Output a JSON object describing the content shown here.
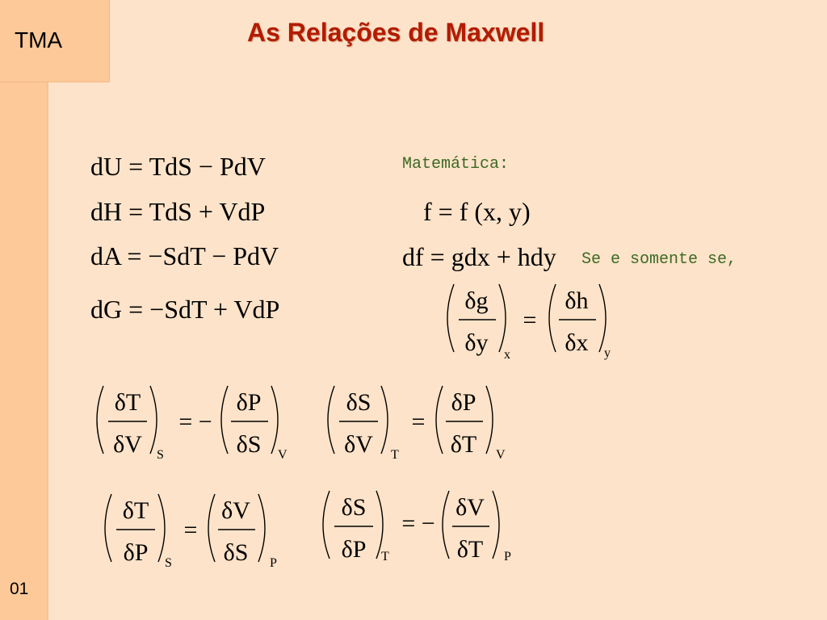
{
  "sidebar": {
    "course": "TMA",
    "slide_number": "01"
  },
  "title": "As Relações de Maxwell",
  "potentials": [
    "dU = TdS − PdV",
    "dH = TdS + VdP",
    "dA = −SdT − PdV",
    "dG = −SdT + VdP"
  ],
  "math_label": "Matemática:",
  "function_def": "f = f (x, y)",
  "differential": "df = gdx + hdy",
  "iff_label": "Se e somente se,",
  "exactness": {
    "lhs_num": "δg",
    "lhs_den": "δy",
    "lhs_sub": "x",
    "op": "=",
    "rhs_num": "δh",
    "rhs_den": "δx",
    "rhs_sub": "y"
  },
  "maxwell_relations": [
    {
      "lhs_num": "δT",
      "lhs_den": "δV",
      "lhs_sub": "S",
      "op": "= −",
      "rhs_num": "δP",
      "rhs_den": "δS",
      "rhs_sub": "V"
    },
    {
      "lhs_num": "δS",
      "lhs_den": "δV",
      "lhs_sub": "T",
      "op": "=",
      "rhs_num": "δP",
      "rhs_den": "δT",
      "rhs_sub": "V"
    },
    {
      "lhs_num": "δT",
      "lhs_den": "δP",
      "lhs_sub": "S",
      "op": "=",
      "rhs_num": "δV",
      "rhs_den": "δS",
      "rhs_sub": "P"
    },
    {
      "lhs_num": "δS",
      "lhs_den": "δP",
      "lhs_sub": "T",
      "op": "= −",
      "rhs_num": "δV",
      "rhs_den": "δT",
      "rhs_sub": "P"
    }
  ]
}
